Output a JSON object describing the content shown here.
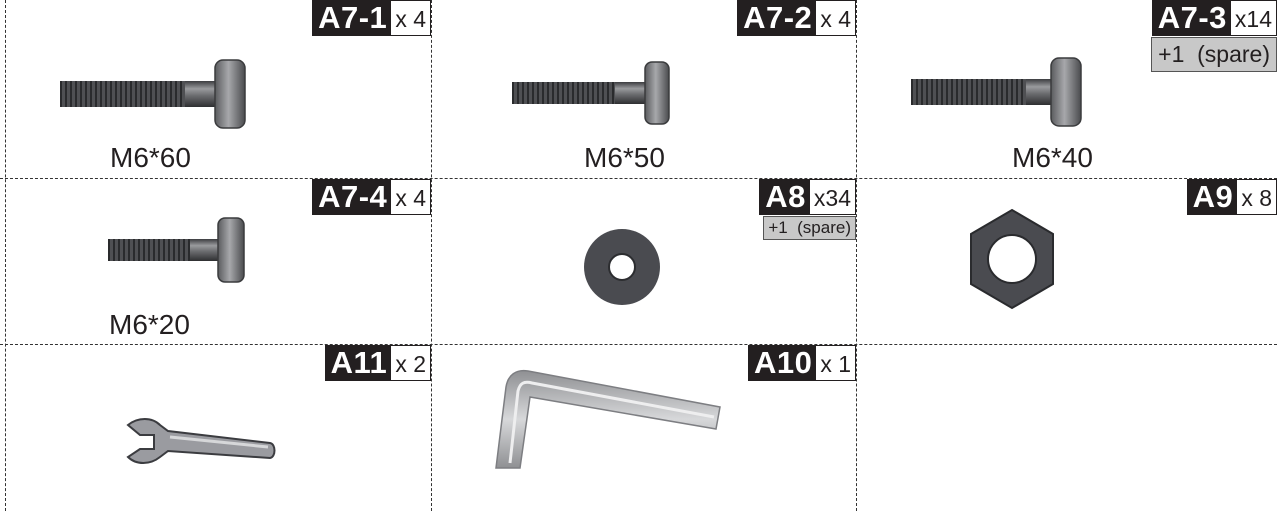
{
  "parts": [
    {
      "code": "A7-1",
      "qty": "x 4",
      "size": "M6*60"
    },
    {
      "code": "A7-2",
      "qty": "x 4",
      "size": "M6*50"
    },
    {
      "code": "A7-3",
      "qty": "x14",
      "size": "M6*40",
      "spare": "+1  (spare)"
    },
    {
      "code": "A7-4",
      "qty": "x 4",
      "size": "M6*20"
    },
    {
      "code": "A8",
      "qty": "x34",
      "spare": "+1  (spare)"
    },
    {
      "code": "A9",
      "qty": "x 8"
    },
    {
      "code": "A11",
      "qty": "x 2"
    },
    {
      "code": "A10",
      "qty": "x 1"
    }
  ],
  "icons": {
    "bolt": "hex-socket-bolt-icon",
    "washer": "flat-washer-icon",
    "nut": "hex-nut-icon",
    "wrench": "open-end-wrench-icon",
    "allen_key": "allen-key-icon"
  },
  "colors": {
    "label_bg": "#231f20",
    "label_text": "#ffffff",
    "spare_bg": "#c8c8c8",
    "metal": "#6d6e71"
  }
}
